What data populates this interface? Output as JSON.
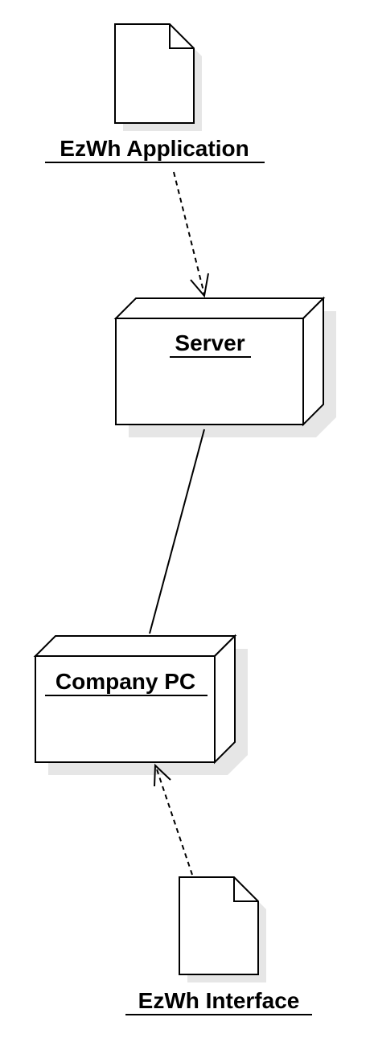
{
  "artifacts": {
    "application": {
      "label": "EzWh Application",
      "icon": "document-icon"
    },
    "interface": {
      "label": "EzWh Interface",
      "icon": "document-icon"
    }
  },
  "nodes": {
    "server": {
      "label": "Server",
      "icon": "node-box-icon"
    },
    "company_pc": {
      "label": "Company PC",
      "icon": "node-box-icon"
    }
  },
  "connectors": [
    {
      "from": "EzWh Application",
      "to": "Server",
      "style": "dashed-open-arrow"
    },
    {
      "from": "Server",
      "to": "Company PC",
      "style": "solid-line"
    },
    {
      "from": "EzWh Interface",
      "to": "Company PC",
      "style": "dashed-open-arrow"
    }
  ],
  "colors": {
    "stroke": "#000000",
    "fill": "#ffffff",
    "shadow": "#e6e6e6"
  }
}
